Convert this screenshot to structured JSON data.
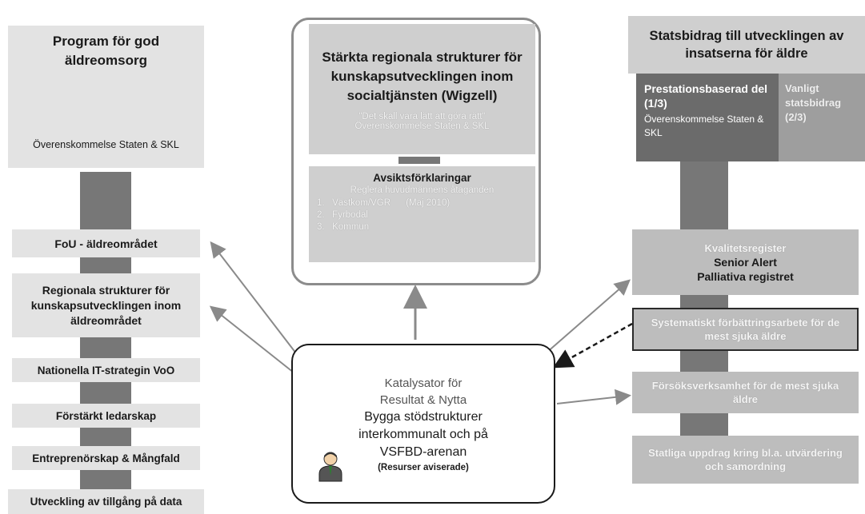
{
  "left": {
    "title": "Program för god äldreomsorg",
    "agreement": "Överenskommelse Staten & SKL",
    "items": [
      "FoU - äldreområdet",
      "Regionala strukturer  för kunskapsutvecklingen inom äldreområdet",
      "Nationella IT-strategin VoO",
      "Förstärkt ledarskap",
      "Entreprenörskap & Mångfald",
      "Utveckling av tillgång på data"
    ]
  },
  "middle": {
    "title": "Stärkta regionala strukturer för kunskapsutvecklingen inom socialtjänsten (Wigzell)",
    "quote": "\"Det skall vara lätt att göra rätt\"",
    "agreement": "Överenskommelse Staten & SKL",
    "intent_title": "Avsiktsförklaringar",
    "intent_subtitle": "Reglera huvudmännens åtaganden",
    "intent_items": [
      "1.   Västkom/VGR      (Maj 2010)",
      "2.   Fyrbodal",
      "3.   Kommun"
    ]
  },
  "right": {
    "title": "Statsbidrag till utvecklingen av insatserna för äldre",
    "performance_title": "Prestationsbaserad del (1/3)",
    "performance_sub": "Överenskommelse Staten & SKL",
    "regular": "Vanligt statsbidrag (2/3)",
    "registers": [
      "Kvalitetsregister",
      "Senior Alert",
      "Palliativa registret"
    ],
    "systematic": "Systematiskt förbättringsarbete för de mest sjuka äldre",
    "trial": "Försöksverksamhet för de mest sjuka äldre",
    "state": "Statliga uppdrag kring bl.a. utvärdering och samordning"
  },
  "catalyst": {
    "line1": "Katalysator för",
    "line2": "Resultat & Nytta",
    "line3": "Bygga stödstrukturer",
    "line4": "interkommunalt och på",
    "line5": "VSFBD-arenan",
    "note": "(Resurser aviserade)"
  },
  "colors": {
    "dark_bar": "#6b6b6b",
    "light_box": "#e3e3e3",
    "mid_box": "#cfcfcf",
    "arrow": "#8a8a8a"
  },
  "icons": [
    "person-icon"
  ]
}
